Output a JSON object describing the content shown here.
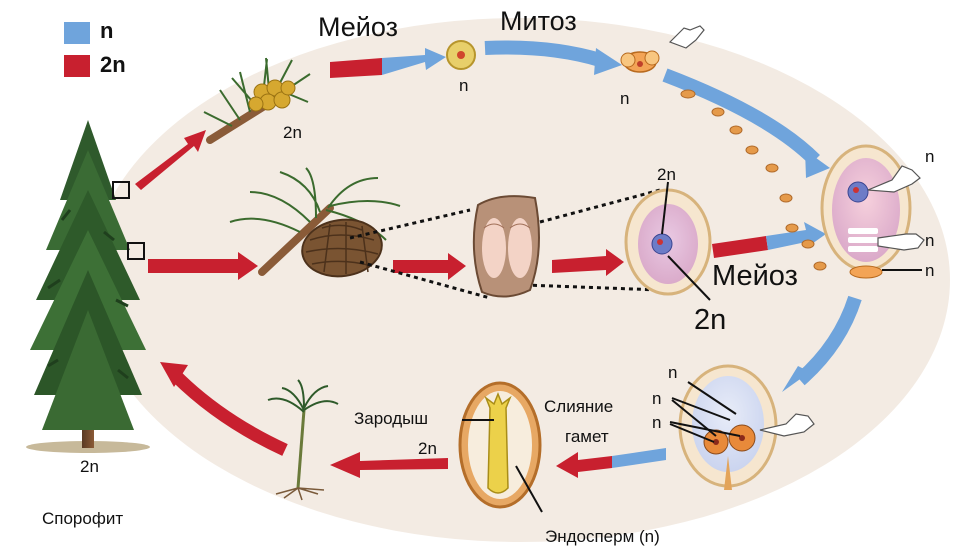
{
  "legend": {
    "items": [
      {
        "label": "n",
        "color": "#6fa4dc"
      },
      {
        "label": "2n",
        "color": "#c8202f"
      }
    ]
  },
  "labels": {
    "meiosis_top": "Мейоз",
    "mitosis_top": "Митоз",
    "cone_male_ploidy": "2n",
    "spore_ploidy": "n",
    "pollen_ploidy": "n",
    "ovule_top_ploidy": "2n",
    "meiosis_mid": "Мейоз",
    "ovule_bottom_ploidy": "2n",
    "egg_n1": "n",
    "egg_n2": "n",
    "egg_n3": "n",
    "fert_n1": "n",
    "fert_n2": "n",
    "fert_n3": "n",
    "fusion_line1": "Слияние",
    "fusion_line2": "гамет",
    "embryo": "Зародыш",
    "embryo_ploidy": "2n",
    "endosperm": "Эндосперм (n)",
    "tree_ploidy": "2n",
    "sporophyte": "Спорофит"
  },
  "colors": {
    "haploid": "#6fa4dc",
    "diploid": "#c8202f",
    "cycle_background": "#f3ebe3"
  },
  "icons": [
    "pine-tree-icon",
    "male-cone-branch-icon",
    "female-cone-branch-icon",
    "seed-scale-icon",
    "ovule-icon",
    "pollen-grain-icon",
    "archegonium-icon",
    "fertilization-icon",
    "seed-icon",
    "seedling-icon",
    "pointing-hand-icon"
  ]
}
